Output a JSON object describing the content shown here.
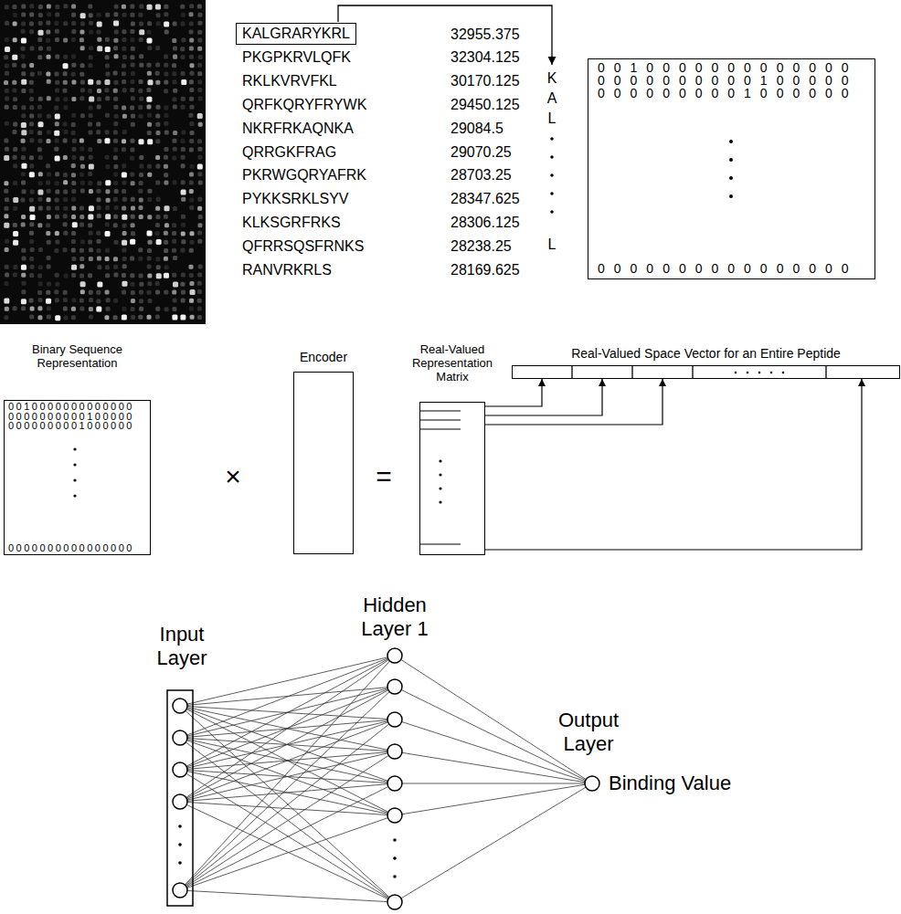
{
  "diagram": {
    "nodes": [
      {
        "text": [
          "KALGRARYKRL"
        ]
      },
      {
        "text": [
          "0010000000000000",
          "0000000000100000",
          "0000000001000000",
          "0000000000000000"
        ]
      },
      {
        "text": [
          "Binary Sequence Representation",
          "0010000000000000",
          "0000000000100000",
          "0000000001000000",
          "0000000000000000"
        ]
      },
      {
        "text": [
          "Encoder"
        ]
      },
      {
        "text": [
          "Real-Valued Representation Matrix"
        ]
      },
      {
        "text": [
          "Real-Valued Space Vector for an Entire Peptide"
        ]
      }
    ],
    "edges": [
      {
        "from": 4,
        "to": 5,
        "arrow": "to"
      },
      {
        "from": 4,
        "to": 5,
        "arrow": "to"
      },
      {
        "from": 4,
        "to": 5,
        "arrow": "to"
      },
      {
        "from": 4,
        "to": 5,
        "arrow": "to"
      }
    ],
    "labels": [
      "32955.375",
      "PKGPKRVLQFK",
      "32304.125",
      "RKLKVRVFKL",
      "30170.125",
      "QRFKQRYFRYWK",
      "29450.125",
      "NKRFRKAQNKA",
      "29084.5",
      "QRRGKFRAG",
      "29070.25",
      "PKRWGQRYAFRK",
      "28703.25",
      "PYKKSRKLSYV",
      "28347.625",
      "KLKSGRFRKS",
      "28306.125",
      "QFRRSQSFRNKS",
      "28238.25",
      "RANVRKRLS",
      "28169.625",
      "K",
      "A",
      "L",
      "L",
      "×",
      "=",
      "Input Layer",
      "Hidden Layer 1",
      "Output Layer",
      "Binding Value"
    ]
  }
}
